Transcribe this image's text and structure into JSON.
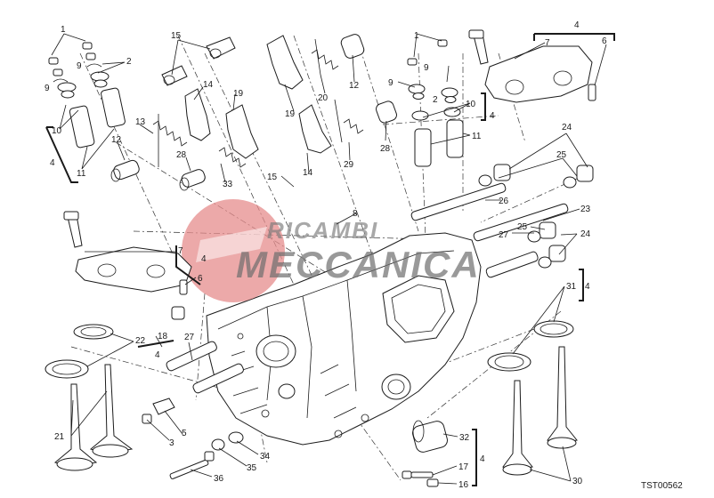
{
  "diagram": {
    "drawing_code": "TST00562",
    "watermark": {
      "line1": "RICAMBI",
      "line2": "MECCANICA"
    },
    "callouts": [
      {
        "id": "c1a",
        "text": "1"
      },
      {
        "id": "c2a",
        "text": "2"
      },
      {
        "id": "c9a",
        "text": "9"
      },
      {
        "id": "c9b",
        "text": "9"
      },
      {
        "id": "c10a",
        "text": "10"
      },
      {
        "id": "c11a",
        "text": "11"
      },
      {
        "id": "c4a",
        "text": "4"
      },
      {
        "id": "c12a",
        "text": "12"
      },
      {
        "id": "c13",
        "text": "13"
      },
      {
        "id": "c15a",
        "text": "15"
      },
      {
        "id": "c14a",
        "text": "14"
      },
      {
        "id": "c19a",
        "text": "19"
      },
      {
        "id": "c28a",
        "text": "28"
      },
      {
        "id": "c33",
        "text": "33"
      },
      {
        "id": "c19b",
        "text": "19"
      },
      {
        "id": "c20",
        "text": "20"
      },
      {
        "id": "c12b",
        "text": "12"
      },
      {
        "id": "c28b",
        "text": "28"
      },
      {
        "id": "c29",
        "text": "29"
      },
      {
        "id": "c14b",
        "text": "14"
      },
      {
        "id": "c15b",
        "text": "15"
      },
      {
        "id": "c8",
        "text": "8"
      },
      {
        "id": "c1b",
        "text": "1"
      },
      {
        "id": "c9c",
        "text": "9"
      },
      {
        "id": "c9d",
        "text": "9"
      },
      {
        "id": "c2b",
        "text": "2"
      },
      {
        "id": "c10b",
        "text": "10"
      },
      {
        "id": "c11b",
        "text": "11"
      },
      {
        "id": "c4b",
        "text": "4"
      },
      {
        "id": "c4c",
        "text": "4"
      },
      {
        "id": "c7a",
        "text": "7"
      },
      {
        "id": "c6a",
        "text": "6"
      },
      {
        "id": "c24a",
        "text": "24"
      },
      {
        "id": "c25a",
        "text": "25"
      },
      {
        "id": "c26",
        "text": "26"
      },
      {
        "id": "c23",
        "text": "23"
      },
      {
        "id": "c27a",
        "text": "27"
      },
      {
        "id": "c25b",
        "text": "25"
      },
      {
        "id": "c24b",
        "text": "24"
      },
      {
        "id": "c31",
        "text": "31"
      },
      {
        "id": "c4d",
        "text": "4"
      },
      {
        "id": "c7b",
        "text": "7"
      },
      {
        "id": "c4e",
        "text": "4"
      },
      {
        "id": "c6b",
        "text": "6"
      },
      {
        "id": "c22",
        "text": "22"
      },
      {
        "id": "c18",
        "text": "18"
      },
      {
        "id": "c4f",
        "text": "4"
      },
      {
        "id": "c27b",
        "text": "27"
      },
      {
        "id": "c21",
        "text": "21"
      },
      {
        "id": "c5",
        "text": "5"
      },
      {
        "id": "c3",
        "text": "3"
      },
      {
        "id": "c34",
        "text": "34"
      },
      {
        "id": "c35",
        "text": "35"
      },
      {
        "id": "c36",
        "text": "36"
      },
      {
        "id": "c32",
        "text": "32"
      },
      {
        "id": "c4g",
        "text": "4"
      },
      {
        "id": "c17",
        "text": "17"
      },
      {
        "id": "c16",
        "text": "16"
      },
      {
        "id": "c30",
        "text": "30"
      }
    ]
  }
}
